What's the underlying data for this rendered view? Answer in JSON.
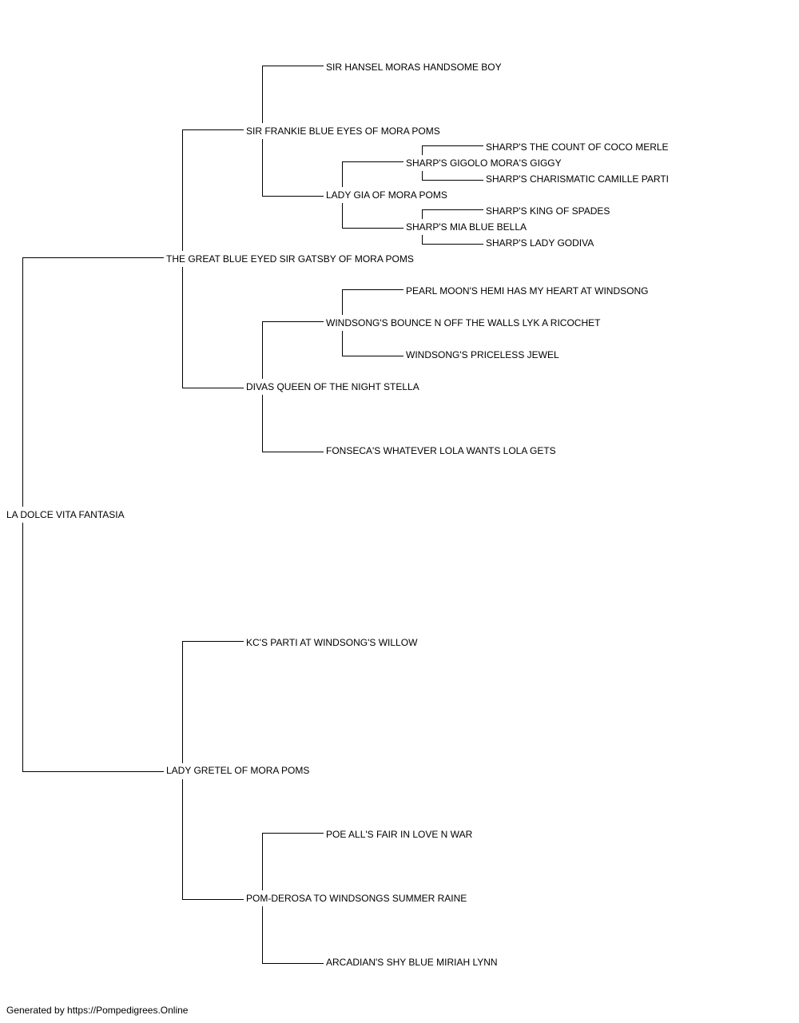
{
  "pedigree": {
    "subject": "LA DOLCE VITA FANTASIA",
    "sire": "THE GREAT BLUE EYED SIR GATSBY OF MORA POMS",
    "sire_sire": "SIR FRANKIE BLUE EYES OF MORA POMS",
    "sire_sire_sire": "SIR HANSEL MORAS HANDSOME BOY",
    "sire_sire_dam": "LADY GIA OF MORA POMS",
    "sire_sire_dam_sire": "SHARP'S GIGOLO MORA'S GIGGY",
    "sire_sire_dam_sire_sire": "SHARP'S THE COUNT OF COCO MERLE",
    "sire_sire_dam_sire_dam": "SHARP'S CHARISMATIC CAMILLE PARTI",
    "sire_sire_dam_dam": "SHARP'S MIA BLUE BELLA",
    "sire_sire_dam_dam_sire": "SHARP'S KING OF SPADES",
    "sire_sire_dam_dam_dam": "SHARP'S LADY GODIVA",
    "sire_dam": "DIVAS QUEEN OF THE NIGHT STELLA",
    "sire_dam_sire": "WINDSONG'S BOUNCE N OFF THE WALLS LYK A RICOCHET",
    "sire_dam_sire_sire": "PEARL MOON'S HEMI HAS MY HEART AT WINDSONG",
    "sire_dam_sire_dam": "WINDSONG'S PRICELESS JEWEL",
    "sire_dam_dam": "FONSECA'S WHATEVER LOLA WANTS LOLA GETS",
    "dam": "LADY GRETEL OF MORA POMS",
    "dam_sire": "KC'S PARTI AT WINDSONG'S WILLOW",
    "dam_dam": "POM-DEROSA TO WINDSONGS SUMMER RAINE",
    "dam_dam_sire": "POE ALL'S FAIR IN LOVE N WAR",
    "dam_dam_dam": "ARCADIAN'S SHY BLUE MIRIAH LYNN"
  },
  "footer": {
    "text": "Generated by https://Pompedigrees.Online"
  },
  "colors": {
    "line": "#000000",
    "background": "#ffffff"
  }
}
